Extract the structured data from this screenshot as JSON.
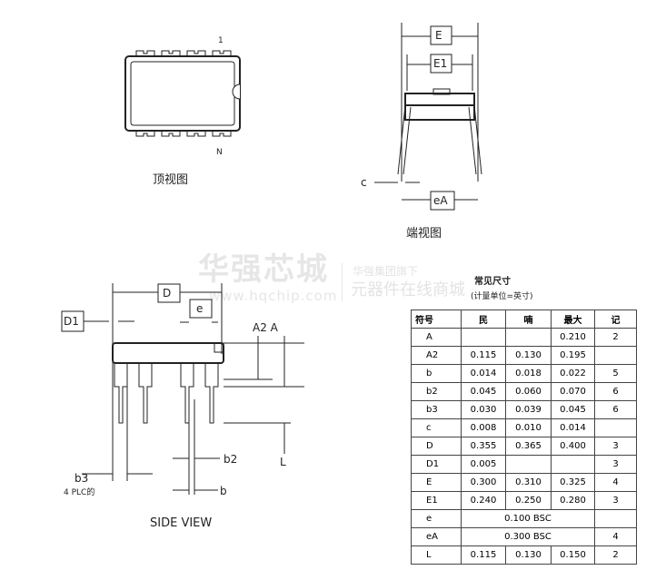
{
  "watermark": {
    "brand": "华强芯城",
    "url": "www.hqchip.com",
    "group": "华强集团旗下",
    "slogan": "元器件在线商城"
  },
  "top_view": {
    "title": "顶视图",
    "pin1": "1",
    "pinN": "N"
  },
  "end_view": {
    "title": "端视图",
    "labels": {
      "E": "E",
      "E1": "E1",
      "c": "c",
      "eA": "eA"
    }
  },
  "side_view": {
    "title": "SIDE VIEW",
    "labels": {
      "D": "D",
      "D1": "D1",
      "e": "e",
      "A2A": "A2 A",
      "b2": "b2",
      "b3": "b3",
      "plc": "4 PLC的",
      "b": "b",
      "L": "L"
    }
  },
  "table": {
    "title": "常见尺寸",
    "subtitle": "(计量单位=英寸)",
    "headers": [
      "符号",
      "民",
      "喃",
      "最大",
      "记"
    ],
    "rows": [
      [
        "A",
        "",
        "",
        "0.210",
        "2"
      ],
      [
        "A2",
        "0.115",
        "0.130",
        "0.195",
        ""
      ],
      [
        "b",
        "0.014",
        "0.018",
        "0.022",
        "5"
      ],
      [
        "b2",
        "0.045",
        "0.060",
        "0.070",
        "6"
      ],
      [
        "b3",
        "0.030",
        "0.039",
        "0.045",
        "6"
      ],
      [
        "c",
        "0.008",
        "0.010",
        "0.014",
        ""
      ],
      [
        "D",
        "0.355",
        "0.365",
        "0.400",
        "3"
      ],
      [
        "D1",
        "0.005",
        "",
        "",
        "3"
      ],
      [
        "E",
        "0.300",
        "0.310",
        "0.325",
        "4"
      ],
      [
        "E1",
        "0.240",
        "0.250",
        "0.280",
        "3"
      ],
      [
        "e",
        "0.100 BSC",
        "",
        "",
        ""
      ],
      [
        "eA",
        "0.300 BSC",
        "",
        "",
        "4"
      ],
      [
        "L",
        "0.115",
        "0.130",
        "0.150",
        "2"
      ]
    ]
  }
}
